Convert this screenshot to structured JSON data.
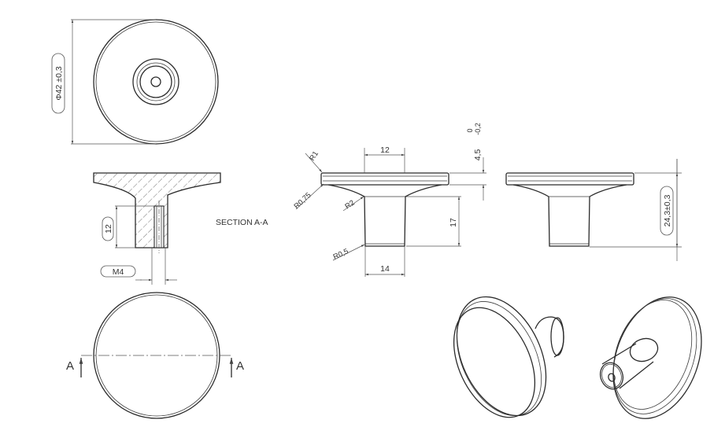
{
  "drawing": {
    "diameter_label": "Φ42 ±0,3",
    "section_label": "SECTION A-A",
    "cut_label_left": "A",
    "cut_label_right": "A",
    "thread_label": "M4",
    "bore_depth_label": "12",
    "top_width_label": "12",
    "stem_length_label": "17",
    "base_width_label": "14",
    "cap_thickness_label": "4,5",
    "cap_tol_upper": "0",
    "cap_tol_lower": "-0,2",
    "overall_height_label": "24,3±0,3",
    "radius_r1": "R1",
    "radius_r075": "R0,75",
    "radius_r2": "R2",
    "radius_r05": "R0,5"
  },
  "colors": {
    "line": "#2b2b2b",
    "dimension": "#555555",
    "hatch": "#555555"
  }
}
